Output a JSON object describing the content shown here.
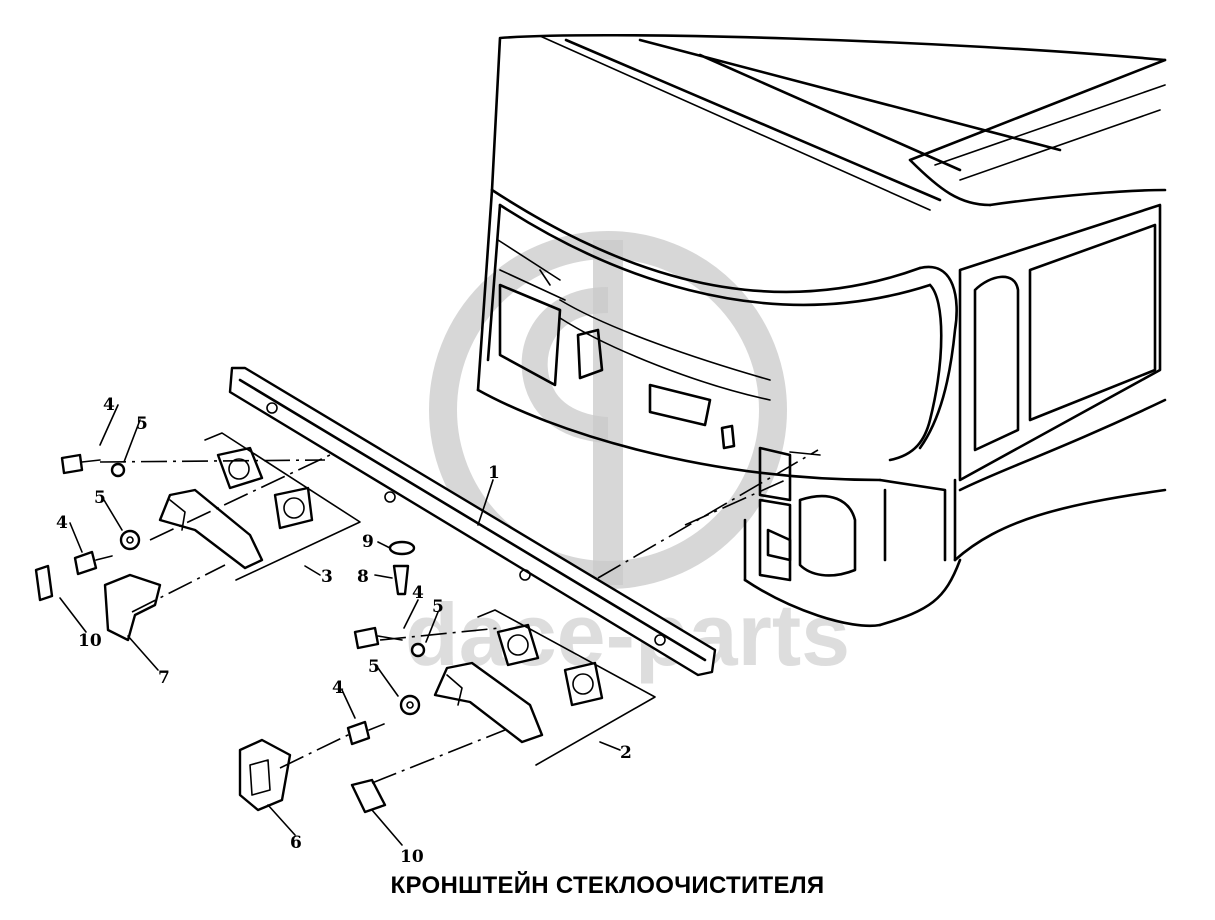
{
  "title": "КРОНШТЕЙН СТЕКЛООЧИСТИТЕЛЯ",
  "watermark": {
    "text": "dace-parts"
  },
  "callouts": [
    {
      "id": "c1a",
      "label": "1"
    },
    {
      "id": "c2a",
      "label": "2"
    },
    {
      "id": "c3a",
      "label": "3"
    },
    {
      "id": "c4a",
      "label": "4"
    },
    {
      "id": "c4b",
      "label": "4"
    },
    {
      "id": "c4c",
      "label": "4"
    },
    {
      "id": "c4d",
      "label": "4"
    },
    {
      "id": "c5a",
      "label": "5"
    },
    {
      "id": "c5b",
      "label": "5"
    },
    {
      "id": "c5c",
      "label": "5"
    },
    {
      "id": "c5d",
      "label": "5"
    },
    {
      "id": "c6a",
      "label": "6"
    },
    {
      "id": "c7a",
      "label": "7"
    },
    {
      "id": "c8a",
      "label": "8"
    },
    {
      "id": "c9a",
      "label": "9"
    },
    {
      "id": "c10a",
      "label": "10"
    },
    {
      "id": "c10b",
      "label": "10"
    }
  ],
  "colors": {
    "line": "#000000",
    "background": "#ffffff",
    "watermark": "#c9c9c9"
  }
}
